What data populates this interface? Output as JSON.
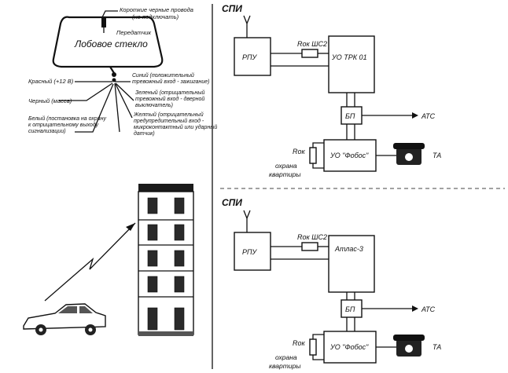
{
  "car_wiring": {
    "windshield_label": "Лобовое стекло",
    "short_wires": "Короткие черные провода",
    "not_connect": "(не подключать)",
    "transmitter": "Передатчик",
    "red": "Красный (+12 В)",
    "black": "Черный (масса)",
    "white_1": "Белый (постановка на охрану",
    "white_2": "к отрицательному выходу",
    "white_3": "сигнализации)",
    "blue_1": "Синий (положительный",
    "blue_2": "тревожный вход - зажигание)",
    "green_1": "Зеленый (отрицательный",
    "green_2": "тревожный вход - дверной",
    "green_3": "выключатель)",
    "yellow_1": "Желтый (отрицательный",
    "yellow_2": "предупредительный вход -",
    "yellow_3": "микроконтактный или ударный",
    "yellow_4": "датчик)"
  },
  "scheme_top": {
    "spi": "СПИ",
    "rpu": "РПУ",
    "rok_shs2": "Rок ШС2",
    "uo": "УО ТРК 01",
    "bp": "БП",
    "ats": "АТС",
    "rok": "Rок",
    "fobos": "УО \"Фобос\"",
    "ta": "ТА",
    "guard_1": "охрана",
    "guard_2": "квартиры"
  },
  "scheme_bottom": {
    "spi": "СПИ",
    "rpu": "РПУ",
    "rok_shs2": "Rок ШС2",
    "uo": "Атлас-3",
    "bp": "БП",
    "ats": "АТС",
    "rok": "Rок",
    "fobos": "УО \"Фобос\"",
    "ta": "ТА",
    "guard_1": "охрана",
    "guard_2": "квартиры"
  }
}
